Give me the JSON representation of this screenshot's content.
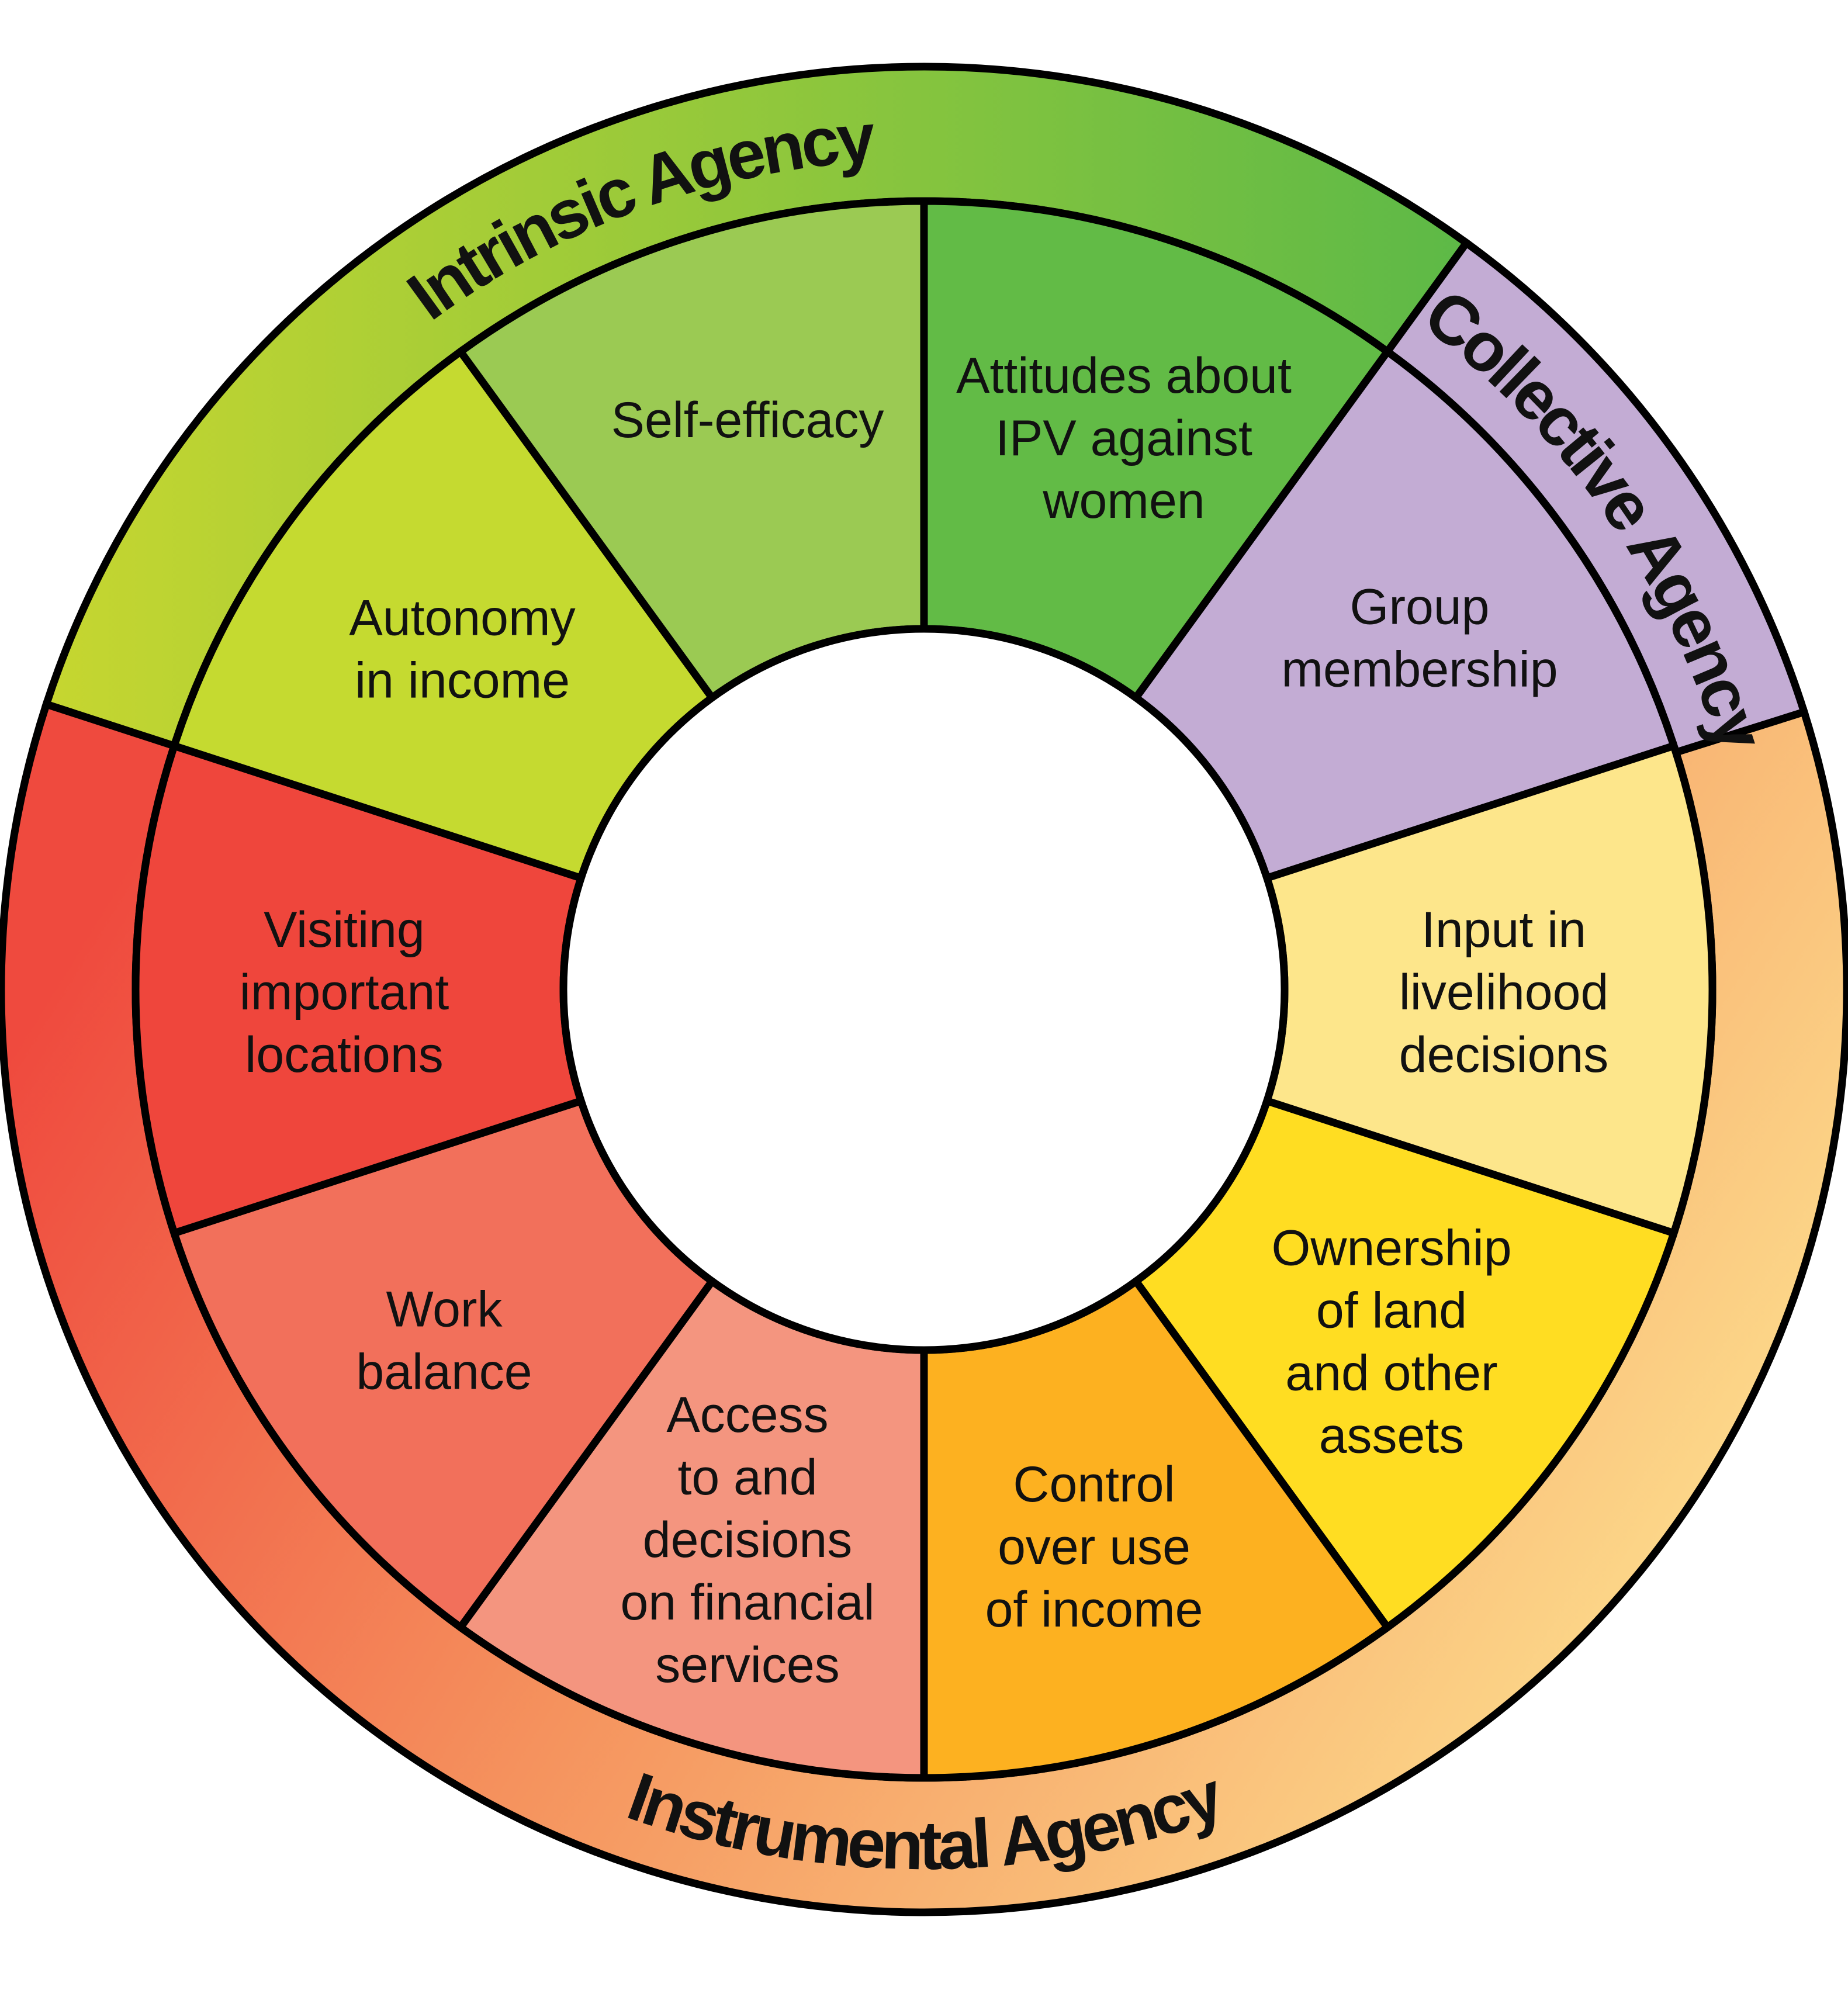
{
  "ring_labels": {
    "intrinsic": "Intrinsic Agency",
    "collective": "Collective Agency",
    "instrumental": "Instrumental Agency"
  },
  "ring_colors": {
    "intrinsic": [
      "#C6D630",
      "#5DB947"
    ],
    "collective": "#C3ACD4",
    "instrumental": [
      "#EF4A3E",
      "#F5935E",
      "#FDE290"
    ]
  },
  "segments": [
    {
      "label": [
        "Attitudes about",
        "IPV against",
        "women"
      ],
      "color": "#62BB46"
    },
    {
      "label": [
        "Group",
        "membership"
      ],
      "color": "#C3ACD4"
    },
    {
      "label": [
        "Input in",
        "livelihood",
        "decisions"
      ],
      "color": "#FDE68B"
    },
    {
      "label": [
        "Ownership",
        "of land",
        "and other",
        "assets"
      ],
      "color": "#FFDD22"
    },
    {
      "label": [
        "Control",
        "over use",
        "of income"
      ],
      "color": "#FDB120"
    },
    {
      "label": [
        "Access",
        "to and",
        "decisions",
        "on financial",
        "services"
      ],
      "color": "#F4957F"
    },
    {
      "label": [
        "Work",
        "balance"
      ],
      "color": "#F2705B"
    },
    {
      "label": [
        "Visiting",
        "important",
        "locations"
      ],
      "color": "#EF463C"
    },
    {
      "label": [
        "Autonomy",
        "in income"
      ],
      "color": "#C5DA30"
    },
    {
      "label": [
        "Self-efficacy"
      ],
      "color": "#9BCA53"
    }
  ]
}
